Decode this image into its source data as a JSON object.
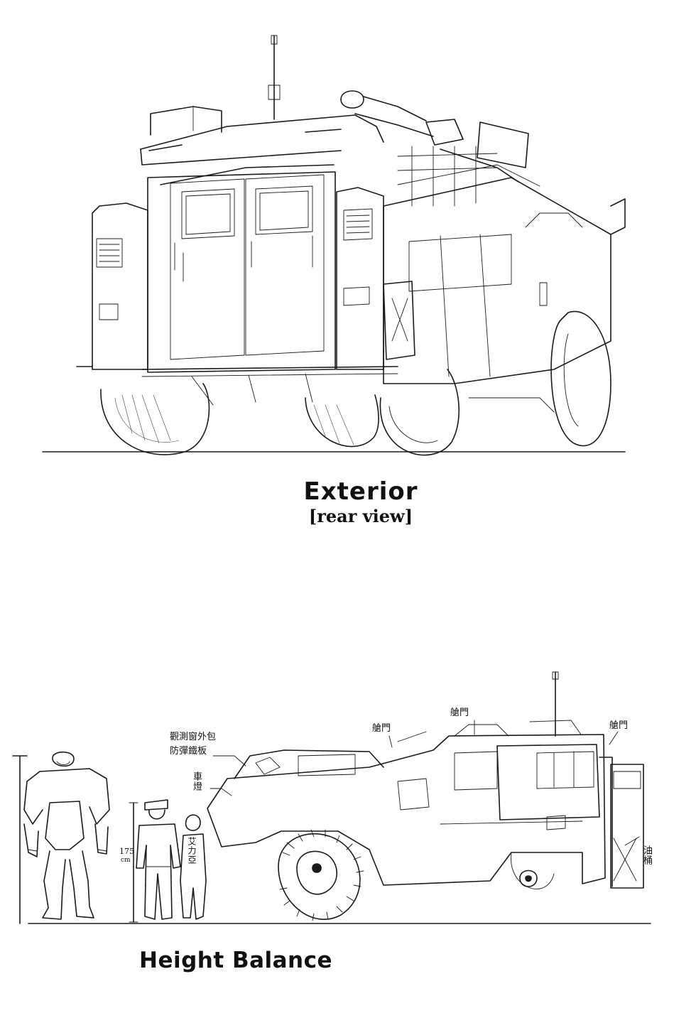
{
  "captions": {
    "exterior_title": "Exterior",
    "exterior_subtitle": "[rear view]",
    "height_title": "Height Balance"
  },
  "annotations": {
    "armor_line1": "觀測窗外包",
    "armor_line2": "防彈鐵板",
    "hatch_left": "艙門",
    "hatch_mid": "艙門",
    "hatch_right": "艙門",
    "headlight": "車燈",
    "fuel_drum": "油桶",
    "character_name": "艾力亞",
    "height_value": "175",
    "height_unit": "cm"
  }
}
